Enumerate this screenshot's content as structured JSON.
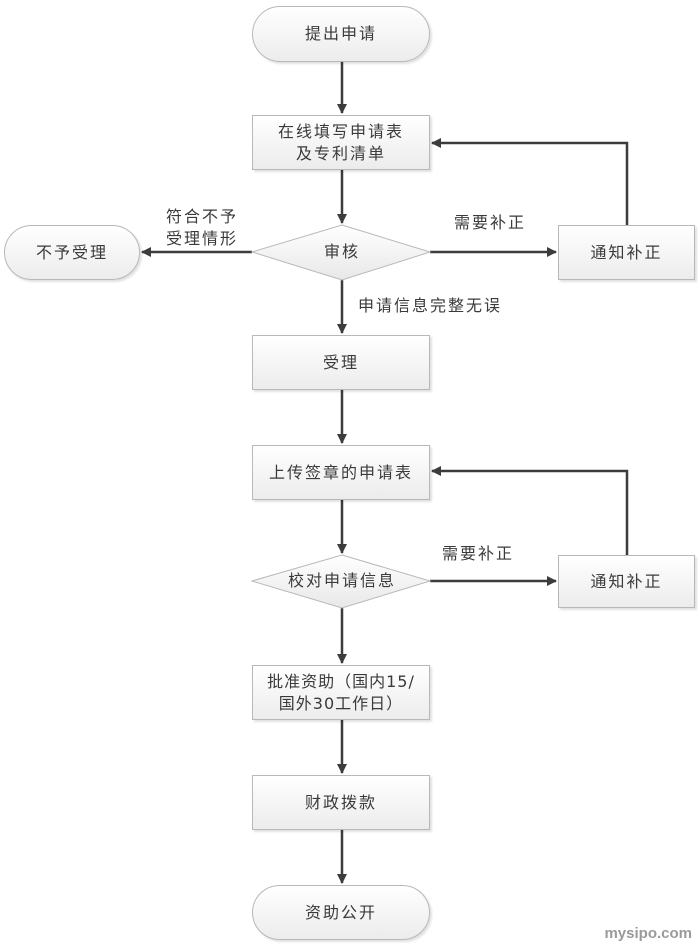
{
  "nodes": {
    "start": "提出申请",
    "fill_form": "在线填写申请表\n及专利清单",
    "review": "审核",
    "reject": "不予受理",
    "notify1": "通知补正",
    "accept": "受理",
    "upload": "上传签章的申请表",
    "verify": "校对申请信息",
    "notify2": "通知补正",
    "approve": "批准资助（国内15/\n国外30工作日）",
    "funding": "财政拨款",
    "publish": "资助公开"
  },
  "edge_labels": {
    "reject_condition": "符合不予\n受理情形",
    "needs_fix1": "需要补正",
    "complete": "申请信息完整无误",
    "needs_fix2": "需要补正"
  },
  "watermark": "mysipo.com",
  "colors": {
    "line": "#3c3c3c",
    "node_border": "#b8b8b8",
    "node_fill_top": "#ffffff",
    "node_fill_bottom": "#ececec"
  }
}
